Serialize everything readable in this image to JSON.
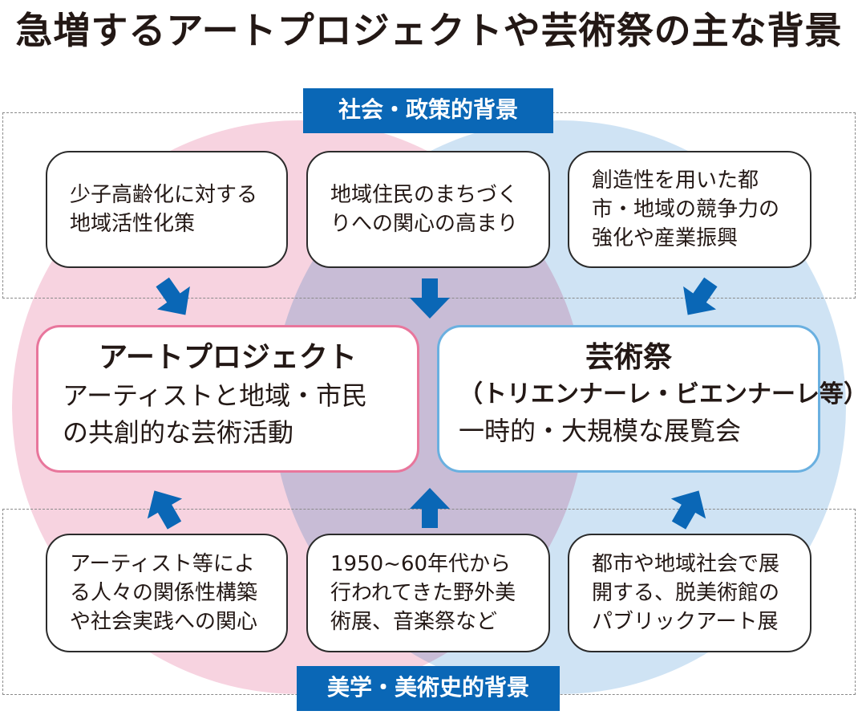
{
  "title": "急増するアートプロジェクトや芸術祭の主な背景",
  "top_label": "社会・政策的背景",
  "bottom_label": "美学・美術史的背景",
  "top_boxes": [
    "少子高齢化に対する地域活性化策",
    "地域住民のまちづくりへの関心の高まり",
    "創造性を用いた都市・地域の競争力の強化や産業振興"
  ],
  "bottom_boxes": [
    "アーティスト等による人々の関係性構築や社会実践への関心",
    "1950~60年代から行われてきた野外美術展、音楽祭など",
    "都市や地域社会で展開する、脱美術館のパブリックアート展"
  ],
  "art_project": {
    "title": "アートプロジェクト",
    "body": "アーティストと地域・市民の共創的な芸術活動"
  },
  "festival": {
    "title": "芸術祭",
    "subtitle": "（トリエンナーレ・ビエンナーレ等）",
    "body": "一時的・大規模な展覧会"
  },
  "colors": {
    "accent_blue": "#0a67b6",
    "pink_circle": "#f7d3e0",
    "blue_circle": "#cfe3f4",
    "pink_border": "#e8769c",
    "blue_border": "#6ab0e0"
  }
}
